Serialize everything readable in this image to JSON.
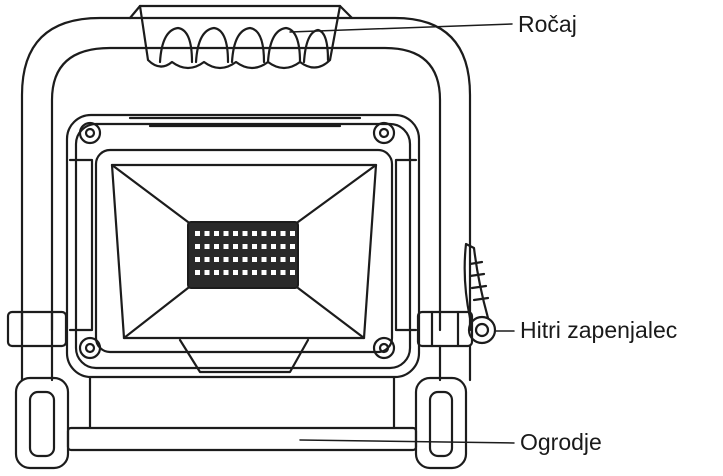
{
  "labels": {
    "handle": "Ročaj",
    "quick_latch": "Hitri zapenjalec",
    "frame": "Ogrodje"
  },
  "colors": {
    "line": "#1c1c1c",
    "dark_fill": "#2a2a2a",
    "background": "#ffffff"
  }
}
